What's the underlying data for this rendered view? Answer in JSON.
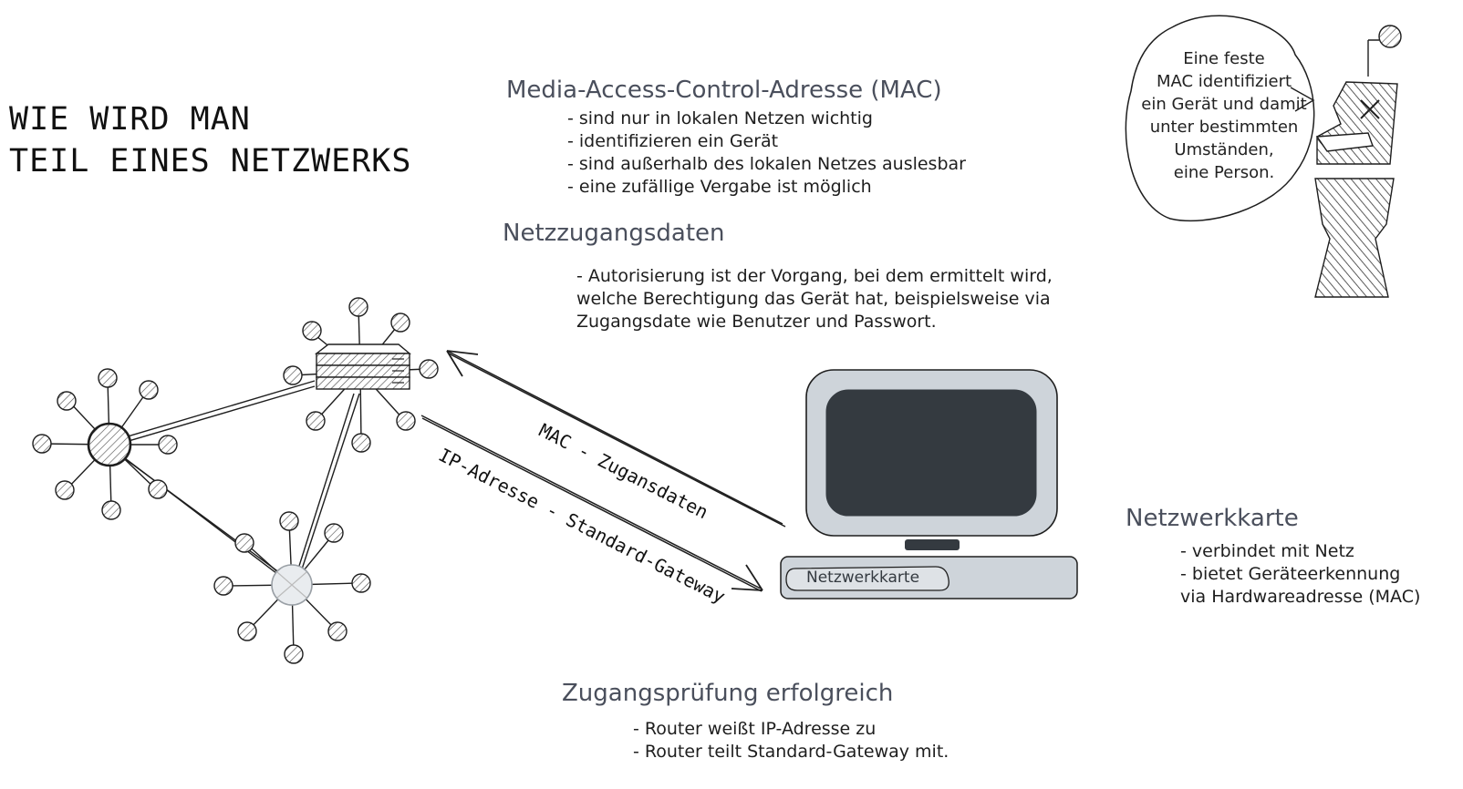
{
  "title": [
    "WIE WIRD MAN",
    "TEIL EINES NETZWERKS"
  ],
  "mac_section": {
    "heading": "Media-Access-Control-Adresse (MAC)",
    "bullets": [
      "- sind nur in lokalen Netzen wichtig",
      "- identifizieren ein Gerät",
      "- sind außerhalb des lokalen Netzes auslesbar",
      "- eine zufällige Vergabe ist möglich"
    ]
  },
  "access_section": {
    "heading": "Netzzugangsdaten",
    "lines": [
      "- Autorisierung ist der Vorgang, bei dem ermittelt wird,",
      "welche Berechtigung das Gerät hat, beispielsweise via",
      "Zugangsdate wie Benutzer und Passwort."
    ]
  },
  "speech_bubble": [
    "Eine feste",
    "MAC identifiziert",
    "ein Gerät und damit",
    "unter bestimmten",
    "Umständen,",
    "eine Person."
  ],
  "arrows": {
    "upper_label": "MAC - Zugansdaten",
    "lower_label": "IP-Adresse - Standard-Gateway"
  },
  "computer": {
    "nic_label": "Netzwerkkarte"
  },
  "nic_section": {
    "heading": "Netzwerkkarte",
    "bullets": [
      "- verbindet mit Netz",
      "- bietet Geräteerkennung",
      "via Hardwareadresse (MAC)"
    ]
  },
  "result_section": {
    "heading": "Zugangsprüfung erfolgreich",
    "bullets": [
      "- Router weißt IP-Adresse zu",
      "- Router teilt Standard-Gateway mit."
    ]
  },
  "colors": {
    "ink": "#1e1e1e",
    "screen": "#343a40",
    "monitor": "#ced4da",
    "heading": "#4a4f5c"
  }
}
